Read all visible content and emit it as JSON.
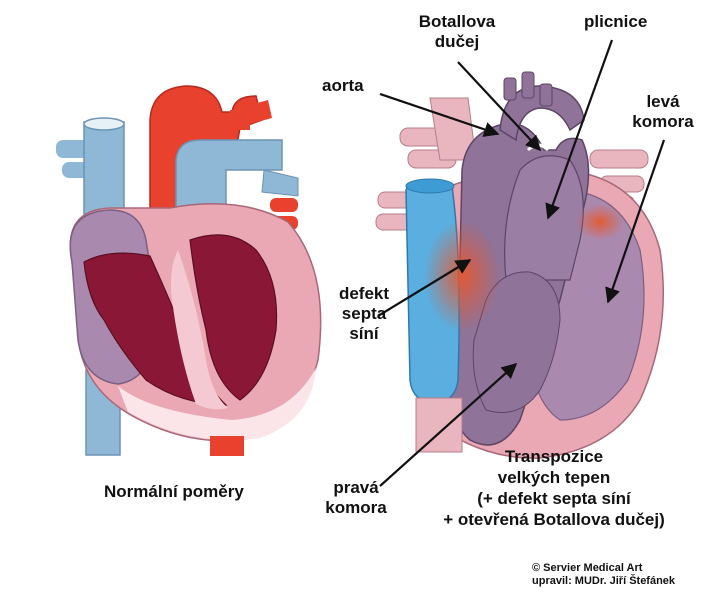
{
  "labels": {
    "normal": "Normální poměry",
    "ductus": [
      "Botallova",
      "dučej"
    ],
    "lung": "plicnice",
    "aorta": "aorta",
    "left_ventricle": [
      "levá",
      "komora"
    ],
    "asd": [
      "defekt",
      "septa",
      "síní"
    ],
    "right_ventricle": [
      "pravá",
      "komora"
    ],
    "title": [
      "Transpozice",
      "velkých tepen",
      "(+ defekt septa síní",
      "+ otevřená Botallova dučej)"
    ]
  },
  "credit": [
    "© Servier Medical Art",
    "upravil: MUDr. Jiří Štefánek"
  ],
  "colors": {
    "aorta_red": "#e8412e",
    "vein_blue": "#8fb8d6",
    "myocardium_pink": "#e9a8b3",
    "chamber_dark": "#8a1736",
    "purple_vessel": "#8f7398",
    "purple_outer": "#a98aae",
    "deox_blue": "#3e9bd3",
    "mixing_orange": "#e86b3c"
  }
}
